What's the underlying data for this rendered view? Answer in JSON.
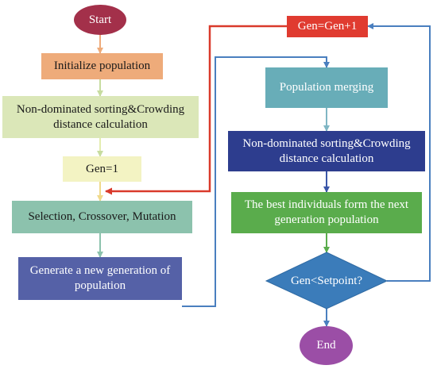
{
  "nodes": {
    "start": "Start",
    "init": "Initialize population",
    "nds1": "Non-dominated sorting&Crowding distance calculation",
    "gen1": "Gen=1",
    "sel": "Selection, Crossover, Mutation",
    "newgen": "Generate a new generation of population",
    "geninc": "Gen=Gen+1",
    "merge": "Population merging",
    "nds2": "Non-dominated sorting&Crowding distance calculation",
    "best": "The best individuals form the next generation population",
    "decision": "Gen<Setpoint?",
    "end": "End"
  },
  "colors": {
    "start": "#a3304a",
    "init": "#eeab7a",
    "nds1": "#dbe7b8",
    "gen1": "#f3f3c3",
    "sel": "#8cc2ad",
    "newgen": "#5561a7",
    "geninc": "#e03b30",
    "merge": "#68adb8",
    "nds2": "#2d3d8e",
    "best": "#5aac4c",
    "decision": "#3b7cba",
    "end": "#9b4ea6",
    "loop_arrow": "#d93a2b",
    "flow_arrow": "#4a7fbf"
  }
}
